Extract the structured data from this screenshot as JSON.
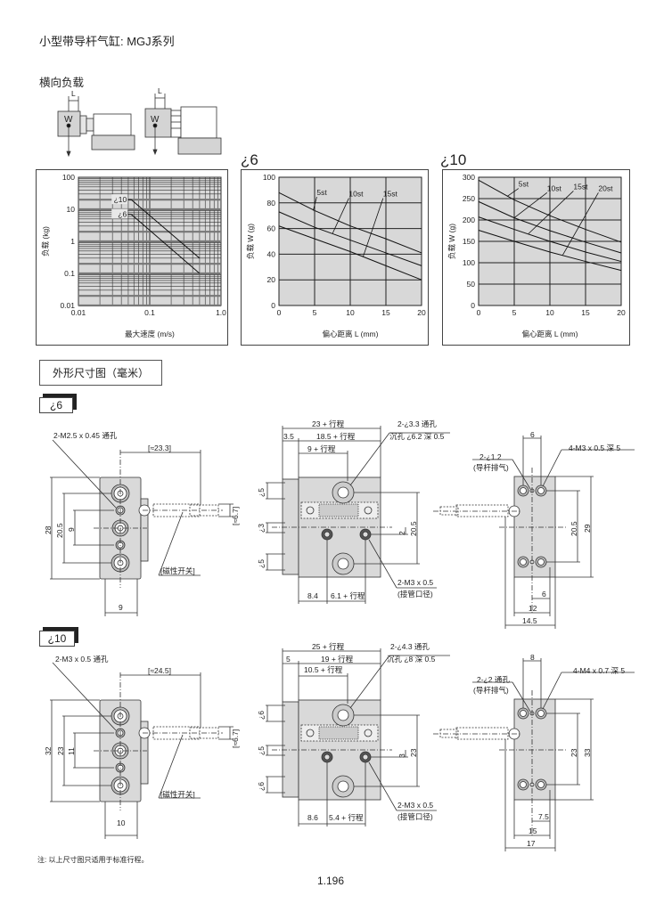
{
  "header": {
    "title": "小型带导杆气缸: MGJ系列"
  },
  "lateral_load": {
    "title": "横向负载",
    "diagram_labels": {
      "L": "L",
      "W": "W"
    }
  },
  "chart_titles": {
    "phi6": "¿6",
    "phi10": "¿10"
  },
  "chart_data": [
    {
      "type": "line",
      "title": "",
      "xlabel": "最大速度 (m/s)",
      "ylabel": "负载 (kg)",
      "xscale": "log",
      "yscale": "log",
      "xlim": [
        0.01,
        1.0
      ],
      "ylim": [
        0.01,
        100
      ],
      "xticks": [
        0.01,
        0.1,
        1.0
      ],
      "xtick_labels": [
        "0.01",
        "0.1",
        "1.0"
      ],
      "yticks": [
        0.01,
        0.1,
        1,
        10,
        100
      ],
      "ytick_labels": [
        "0.01",
        "0.1",
        "1",
        "10",
        "100"
      ],
      "grid": true,
      "series": [
        {
          "name": "¿10",
          "x": [
            0.055,
            0.5
          ],
          "y": [
            20,
            0.3
          ]
        },
        {
          "name": "¿6",
          "x": [
            0.055,
            0.5
          ],
          "y": [
            7,
            0.1
          ]
        }
      ]
    },
    {
      "type": "line",
      "title": "¿6",
      "xlabel": "偏心距离 L (mm)",
      "ylabel": "负载 W (g)",
      "xlim": [
        0,
        20
      ],
      "ylim": [
        0,
        100
      ],
      "xticks": [
        0,
        5,
        10,
        15,
        20
      ],
      "xtick_labels": [
        "0",
        "5",
        "10",
        "15",
        "20"
      ],
      "yticks": [
        0,
        20,
        40,
        60,
        80,
        100
      ],
      "ytick_labels": [
        "0",
        "20",
        "40",
        "60",
        "80",
        "100"
      ],
      "grid": true,
      "series": [
        {
          "name": "5st",
          "x": [
            0,
            5,
            10,
            15,
            20
          ],
          "y": [
            88,
            74,
            62,
            52,
            41
          ],
          "label_at": [
            5.3,
            86
          ],
          "points_to": [
            4.8,
            74
          ]
        },
        {
          "name": "10st",
          "x": [
            0,
            5,
            10,
            15,
            20
          ],
          "y": [
            73,
            61,
            51,
            41,
            31
          ],
          "label_at": [
            9.8,
            85
          ],
          "points_to": [
            7.5,
            56
          ]
        },
        {
          "name": "15st",
          "x": [
            0,
            5,
            10,
            15,
            20
          ],
          "y": [
            62,
            52,
            42,
            31,
            20
          ],
          "label_at": [
            14.6,
            85
          ],
          "points_to": [
            11.8,
            38
          ]
        }
      ]
    },
    {
      "type": "line",
      "title": "¿10",
      "xlabel": "偏心距离 L (mm)",
      "ylabel": "负载 W (g)",
      "xlim": [
        0,
        20
      ],
      "ylim": [
        0,
        300
      ],
      "xticks": [
        0,
        5,
        10,
        15,
        20
      ],
      "xtick_labels": [
        "0",
        "5",
        "10",
        "15",
        "20"
      ],
      "yticks": [
        0,
        50,
        100,
        150,
        200,
        250,
        300
      ],
      "ytick_labels": [
        "0",
        "50",
        "100",
        "150",
        "200",
        "250",
        "300"
      ],
      "grid": true,
      "series": [
        {
          "name": "5st",
          "x": [
            0,
            5,
            10,
            15,
            20
          ],
          "y": [
            293,
            247,
            210,
            178,
            148
          ],
          "label_at": [
            5.6,
            278
          ],
          "points_to": [
            4,
            255
          ]
        },
        {
          "name": "10st",
          "x": [
            0,
            5,
            10,
            15,
            20
          ],
          "y": [
            243,
            205,
            175,
            148,
            123
          ],
          "label_at": [
            9.6,
            268
          ],
          "points_to": [
            5,
            205
          ]
        },
        {
          "name": "15st",
          "x": [
            0,
            5,
            10,
            15,
            20
          ],
          "y": [
            207,
            178,
            150,
            125,
            103
          ],
          "label_at": [
            13.3,
            272
          ],
          "points_to": [
            7,
            168
          ]
        },
        {
          "name": "20st",
          "x": [
            0,
            5,
            10,
            15,
            20
          ],
          "y": [
            176,
            150,
            125,
            103,
            82
          ],
          "label_at": [
            16.8,
            268
          ],
          "points_to": [
            11.8,
            118
          ]
        }
      ]
    }
  ],
  "dimensions": {
    "title": "外形尺寸图（毫米）",
    "phi6": {
      "tab": "¿6",
      "front": {
        "hole": "2-M2.5 x 0.45 通孔",
        "switch_length": "[≈23.3]",
        "height": "28",
        "pitch_outer": "20.5",
        "pitch_inner": "9",
        "switch_dia": "[≈6.7]",
        "switch_label": "[磁性开关]",
        "width": "9"
      },
      "side": {
        "overall": "23 + 行程",
        "flange": "3.5",
        "body": "18.5 + 行程",
        "hole_pos": "9 + 行程",
        "hole": "2-¿3.3 通孔",
        "counterbore": "沉孔 ¿6.2 深 0.5",
        "rod_top": "¿5",
        "rod_mid": "¿3",
        "rod_bottom": "¿5",
        "offset": "2",
        "pitch": "20.5",
        "port": "2-M3 x 0.5",
        "port_note": "(接管口径)",
        "port_pos": "8.4",
        "port_pitch": "6.1 + 行程"
      },
      "back": {
        "top_pitch": "6",
        "thread": "4-M3 x 0.5 深 5",
        "vent": "2-¿1.2",
        "vent_note": "(导杆排气)",
        "pitch": "20.5",
        "height": "29",
        "half": "6",
        "hole_width": "12",
        "width": "14.5"
      }
    },
    "phi10": {
      "tab": "¿10",
      "front": {
        "hole": "2-M3 x 0.5 通孔",
        "switch_length": "[≈24.5]",
        "height": "32",
        "pitch_outer": "23",
        "pitch_inner": "11",
        "switch_dia": "[≈6.7]",
        "switch_label": "[磁性开关]",
        "width": "10"
      },
      "side": {
        "overall": "25 + 行程",
        "flange": "5",
        "body": "19 + 行程",
        "hole_pos": "10.5 + 行程",
        "hole": "2-¿4.3 通孔",
        "counterbore": "沉孔 ¿8 深 0.5",
        "rod_top": "¿6",
        "rod_mid": "¿5",
        "rod_bottom": "¿6",
        "offset": "3",
        "pitch": "23",
        "port": "2-M3 x 0.5",
        "port_note": "(接管口径)",
        "port_pos": "8.6",
        "port_pitch": "5.4 + 行程"
      },
      "back": {
        "top_pitch": "8",
        "thread": "4-M4 x 0.7 深 5",
        "vent": "2-¿2 通孔",
        "vent_note": "(导杆排气)",
        "pitch": "23",
        "height": "33",
        "half": "7.5",
        "hole_width": "15",
        "width": "17"
      }
    }
  },
  "footer": {
    "note": "注: 以上尺寸图只适用于标准行程。",
    "page_number": "1.196"
  }
}
